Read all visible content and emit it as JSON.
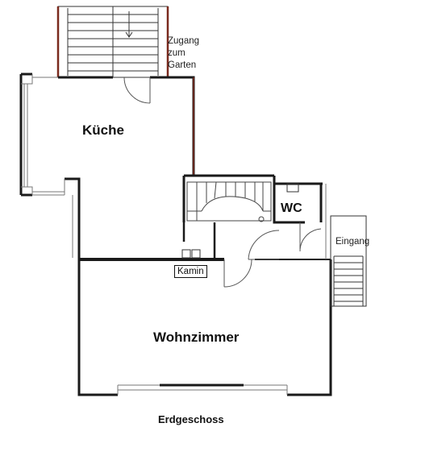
{
  "plan": {
    "rooms": {
      "kitchen": "Küche",
      "living_room": "Wohnzimmer",
      "wc": "WC"
    },
    "labels": {
      "garden_access": "Zugang zum Garten",
      "entrance": "Eingang",
      "fireplace": "Kamin"
    },
    "floor_title": "Erdgeschoss"
  },
  "colors": {
    "wall": "#1a1a1a",
    "accent_wall": "#7a2a1e",
    "thin_line": "#777777"
  }
}
